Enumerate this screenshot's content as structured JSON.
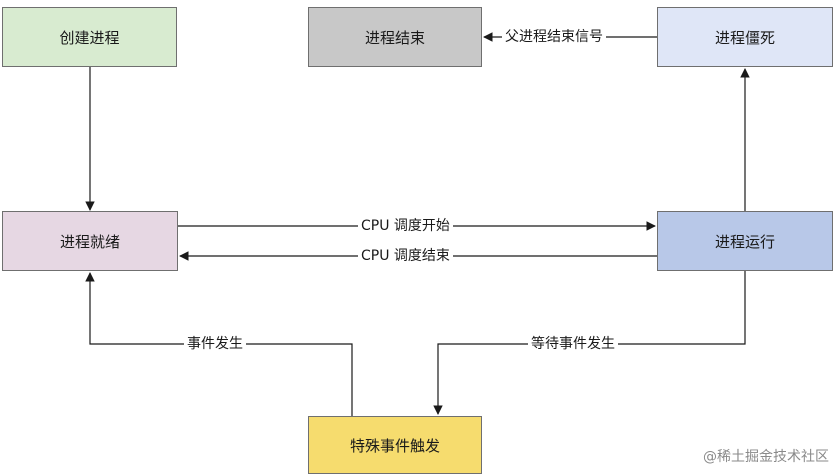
{
  "nodes": {
    "create": {
      "label": "创建进程",
      "color": "#d8ebd0"
    },
    "end": {
      "label": "进程结束",
      "color": "#c8c8c8"
    },
    "zombie": {
      "label": "进程僵死",
      "color": "#dfe6f7"
    },
    "ready": {
      "label": "进程就绪",
      "color": "#e6d7e3"
    },
    "running": {
      "label": "进程运行",
      "color": "#b8c8e8"
    },
    "event": {
      "label": "特殊事件触发",
      "color": "#f6dc6e"
    }
  },
  "edges": {
    "parent_end_signal": "父进程结束信号",
    "cpu_schedule_start": "CPU 调度开始",
    "cpu_schedule_end": "CPU 调度结束",
    "event_occurs": "事件发生",
    "wait_event_occurs": "等待事件发生"
  },
  "watermark": "@稀土掘金技术社区"
}
